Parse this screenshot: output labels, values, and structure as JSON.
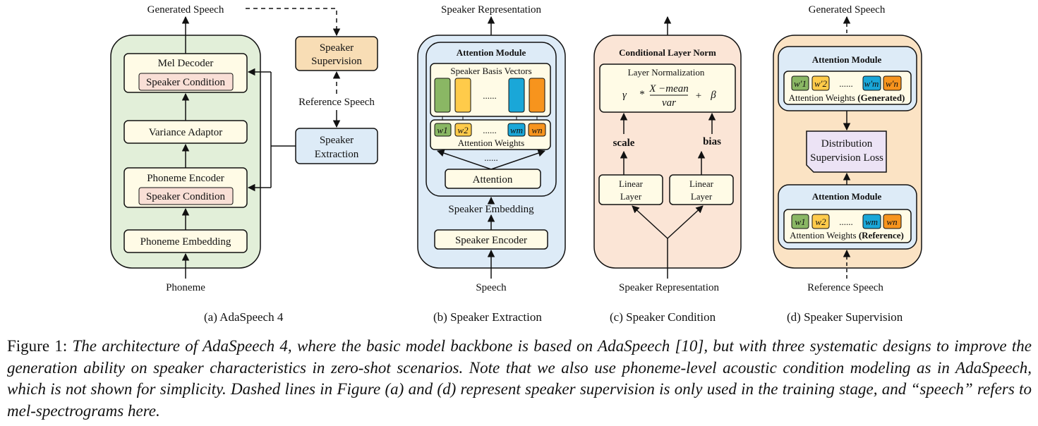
{
  "panel_a": {
    "label_output": "Generated Speech",
    "mel_decoder": "Mel Decoder",
    "speaker_condition_top": "Speaker Condition",
    "variance_adaptor": "Variance Adaptor",
    "phoneme_encoder": "Phoneme Encoder",
    "speaker_condition_bottom": "Speaker Condition",
    "phoneme_embedding": "Phoneme Embedding",
    "label_input": "Phoneme",
    "speaker_supervision_l1": "Speaker",
    "speaker_supervision_l2": "Supervision",
    "reference_speech": "Reference Speech",
    "speaker_extraction_l1": "Speaker",
    "speaker_extraction_l2": "Extraction",
    "subcaption": "(a) AdaSpeech 4"
  },
  "panel_b": {
    "label_output": "Speaker Representation",
    "attention_module": "Attention Module",
    "basis_vectors": "Speaker Basis Vectors",
    "ellipsis": "......",
    "weights": [
      "w1",
      "w2",
      "wm",
      "wn"
    ],
    "attention_weights": "Attention Weights",
    "attention": "Attention",
    "speaker_embedding": "Speaker Embedding",
    "speaker_encoder": "Speaker Encoder",
    "label_input": "Speech",
    "subcaption": "(b) Speaker Extraction"
  },
  "panel_c": {
    "title": "Conditional Layer Norm",
    "layer_normalization": "Layer Normalization",
    "gamma": "γ",
    "times": "*",
    "numerator": "X −mean",
    "denominator": "var",
    "plus": "+",
    "beta": "β",
    "scale": "scale",
    "bias": "bias",
    "linear_layer_l1": "Linear",
    "linear_layer_l2": "Layer",
    "label_input": "Speaker Representation",
    "subcaption": "(c) Speaker Condition"
  },
  "panel_d": {
    "label_output": "Generated Speech",
    "attention_module_top": "Attention Module",
    "weights_top": [
      "w'1",
      "w'2",
      "w'm",
      "w'n"
    ],
    "attention_weights_top": "Attention Weights",
    "generated_tag": "(Generated)",
    "distribution_l1": "Distribution",
    "distribution_l2": "Supervision Loss",
    "attention_module_bottom": "Attention Module",
    "weights_bottom": [
      "w1",
      "w2",
      "wm",
      "wn"
    ],
    "attention_weights_bottom": "Attention Weights",
    "reference_tag": "(Reference)",
    "label_input": "Reference Speech",
    "subcaption": "(d) Speaker Supervision"
  },
  "caption": {
    "prefix": "Figure 1:",
    "text": "The architecture of AdaSpeech 4, where the basic model backbone is based on AdaSpeech [10], but with three systematic designs to improve the generation ability on speaker characteristics in zero-shot scenarios.  Note that we also use phoneme-level acoustic condition modeling as in AdaSpeech, which is not shown for simplicity. Dashed lines in Figure (a) and (d) represent speaker supervision is only used in the training stage, and “speech” refers to mel-spectrograms here."
  },
  "colors": {
    "green_panel": "#e2efd9",
    "blue_panel": "#ddebf7",
    "pink_panel": "#fbe5d6",
    "orange_panel": "#fbe3c4",
    "cream_box": "#fffbe6",
    "orange_box": "#f8ddb5",
    "lavender_box": "#ece3f5",
    "vec_green": "#8ab764",
    "vec_yellow": "#ffcb4a",
    "vec_blue": "#1aa7d8",
    "vec_orange": "#f7941d"
  }
}
